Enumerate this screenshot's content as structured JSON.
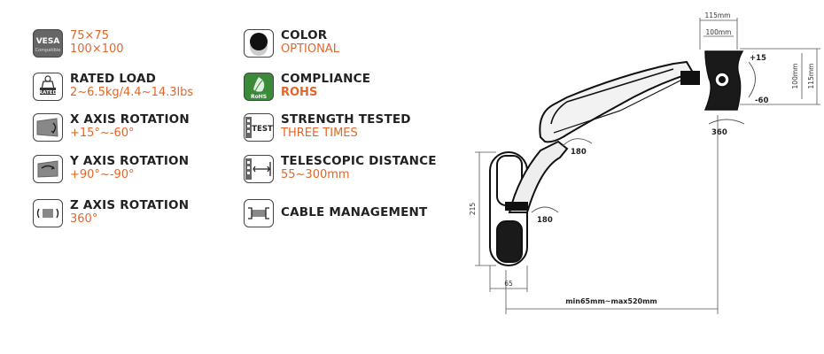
{
  "features": [
    {
      "key": "vesa",
      "icon": "vesa-icon",
      "label": "",
      "values": [
        "75×75",
        "100×100"
      ],
      "icon_text": [
        "VESA",
        "Compatible"
      ]
    },
    {
      "key": "rated_load",
      "icon": "rated-load-icon",
      "label": "RATED LOAD",
      "values": [
        "2~6.5kg/4.4~14.3lbs"
      ],
      "icon_text": [
        "RATED"
      ]
    },
    {
      "key": "x_axis",
      "icon": "x-axis-rotation-icon",
      "label": "X AXIS ROTATION",
      "values": [
        "+15°~-60°"
      ]
    },
    {
      "key": "y_axis",
      "icon": "y-axis-rotation-icon",
      "label": "Y AXIS ROTATION",
      "values": [
        "+90°~-90°"
      ]
    },
    {
      "key": "z_axis",
      "icon": "z-axis-rotation-icon",
      "label": "Z AXIS ROTATION",
      "values": [
        "360°"
      ]
    },
    {
      "key": "color",
      "icon": "color-swatch-icon",
      "label": "COLOR",
      "values": [
        "OPTIONAL"
      ]
    },
    {
      "key": "compliance",
      "icon": "rohs-icon",
      "label": "COMPLIANCE",
      "values": [
        "ROHS"
      ],
      "icon_text": [
        "RoHS"
      ]
    },
    {
      "key": "strength",
      "icon": "test-icon",
      "label": "STRENGTH TESTED",
      "values": [
        "THREE TIMES"
      ],
      "icon_text": [
        "TEST"
      ]
    },
    {
      "key": "telescopic",
      "icon": "telescopic-icon",
      "label": "TELESCOPIC DISTANCE",
      "values": [
        "55~300mm"
      ]
    },
    {
      "key": "cable",
      "icon": "cable-management-icon",
      "label": "CABLE MANAGEMENT",
      "values": []
    }
  ],
  "diagram": {
    "dim_115_top": "115mm",
    "dim_100_top": "100mm",
    "dim_100_side": "100mm",
    "dim_115_side": "115mm",
    "tilt_up": "+15",
    "tilt_down": "-60",
    "swivel": "360",
    "joint_upper": "180",
    "joint_lower": "180",
    "height": "215",
    "base_width": "65",
    "reach": "min65mm~max520mm"
  },
  "colors": {
    "accent": "#e0672a",
    "text": "#222222",
    "line": "#555555"
  }
}
